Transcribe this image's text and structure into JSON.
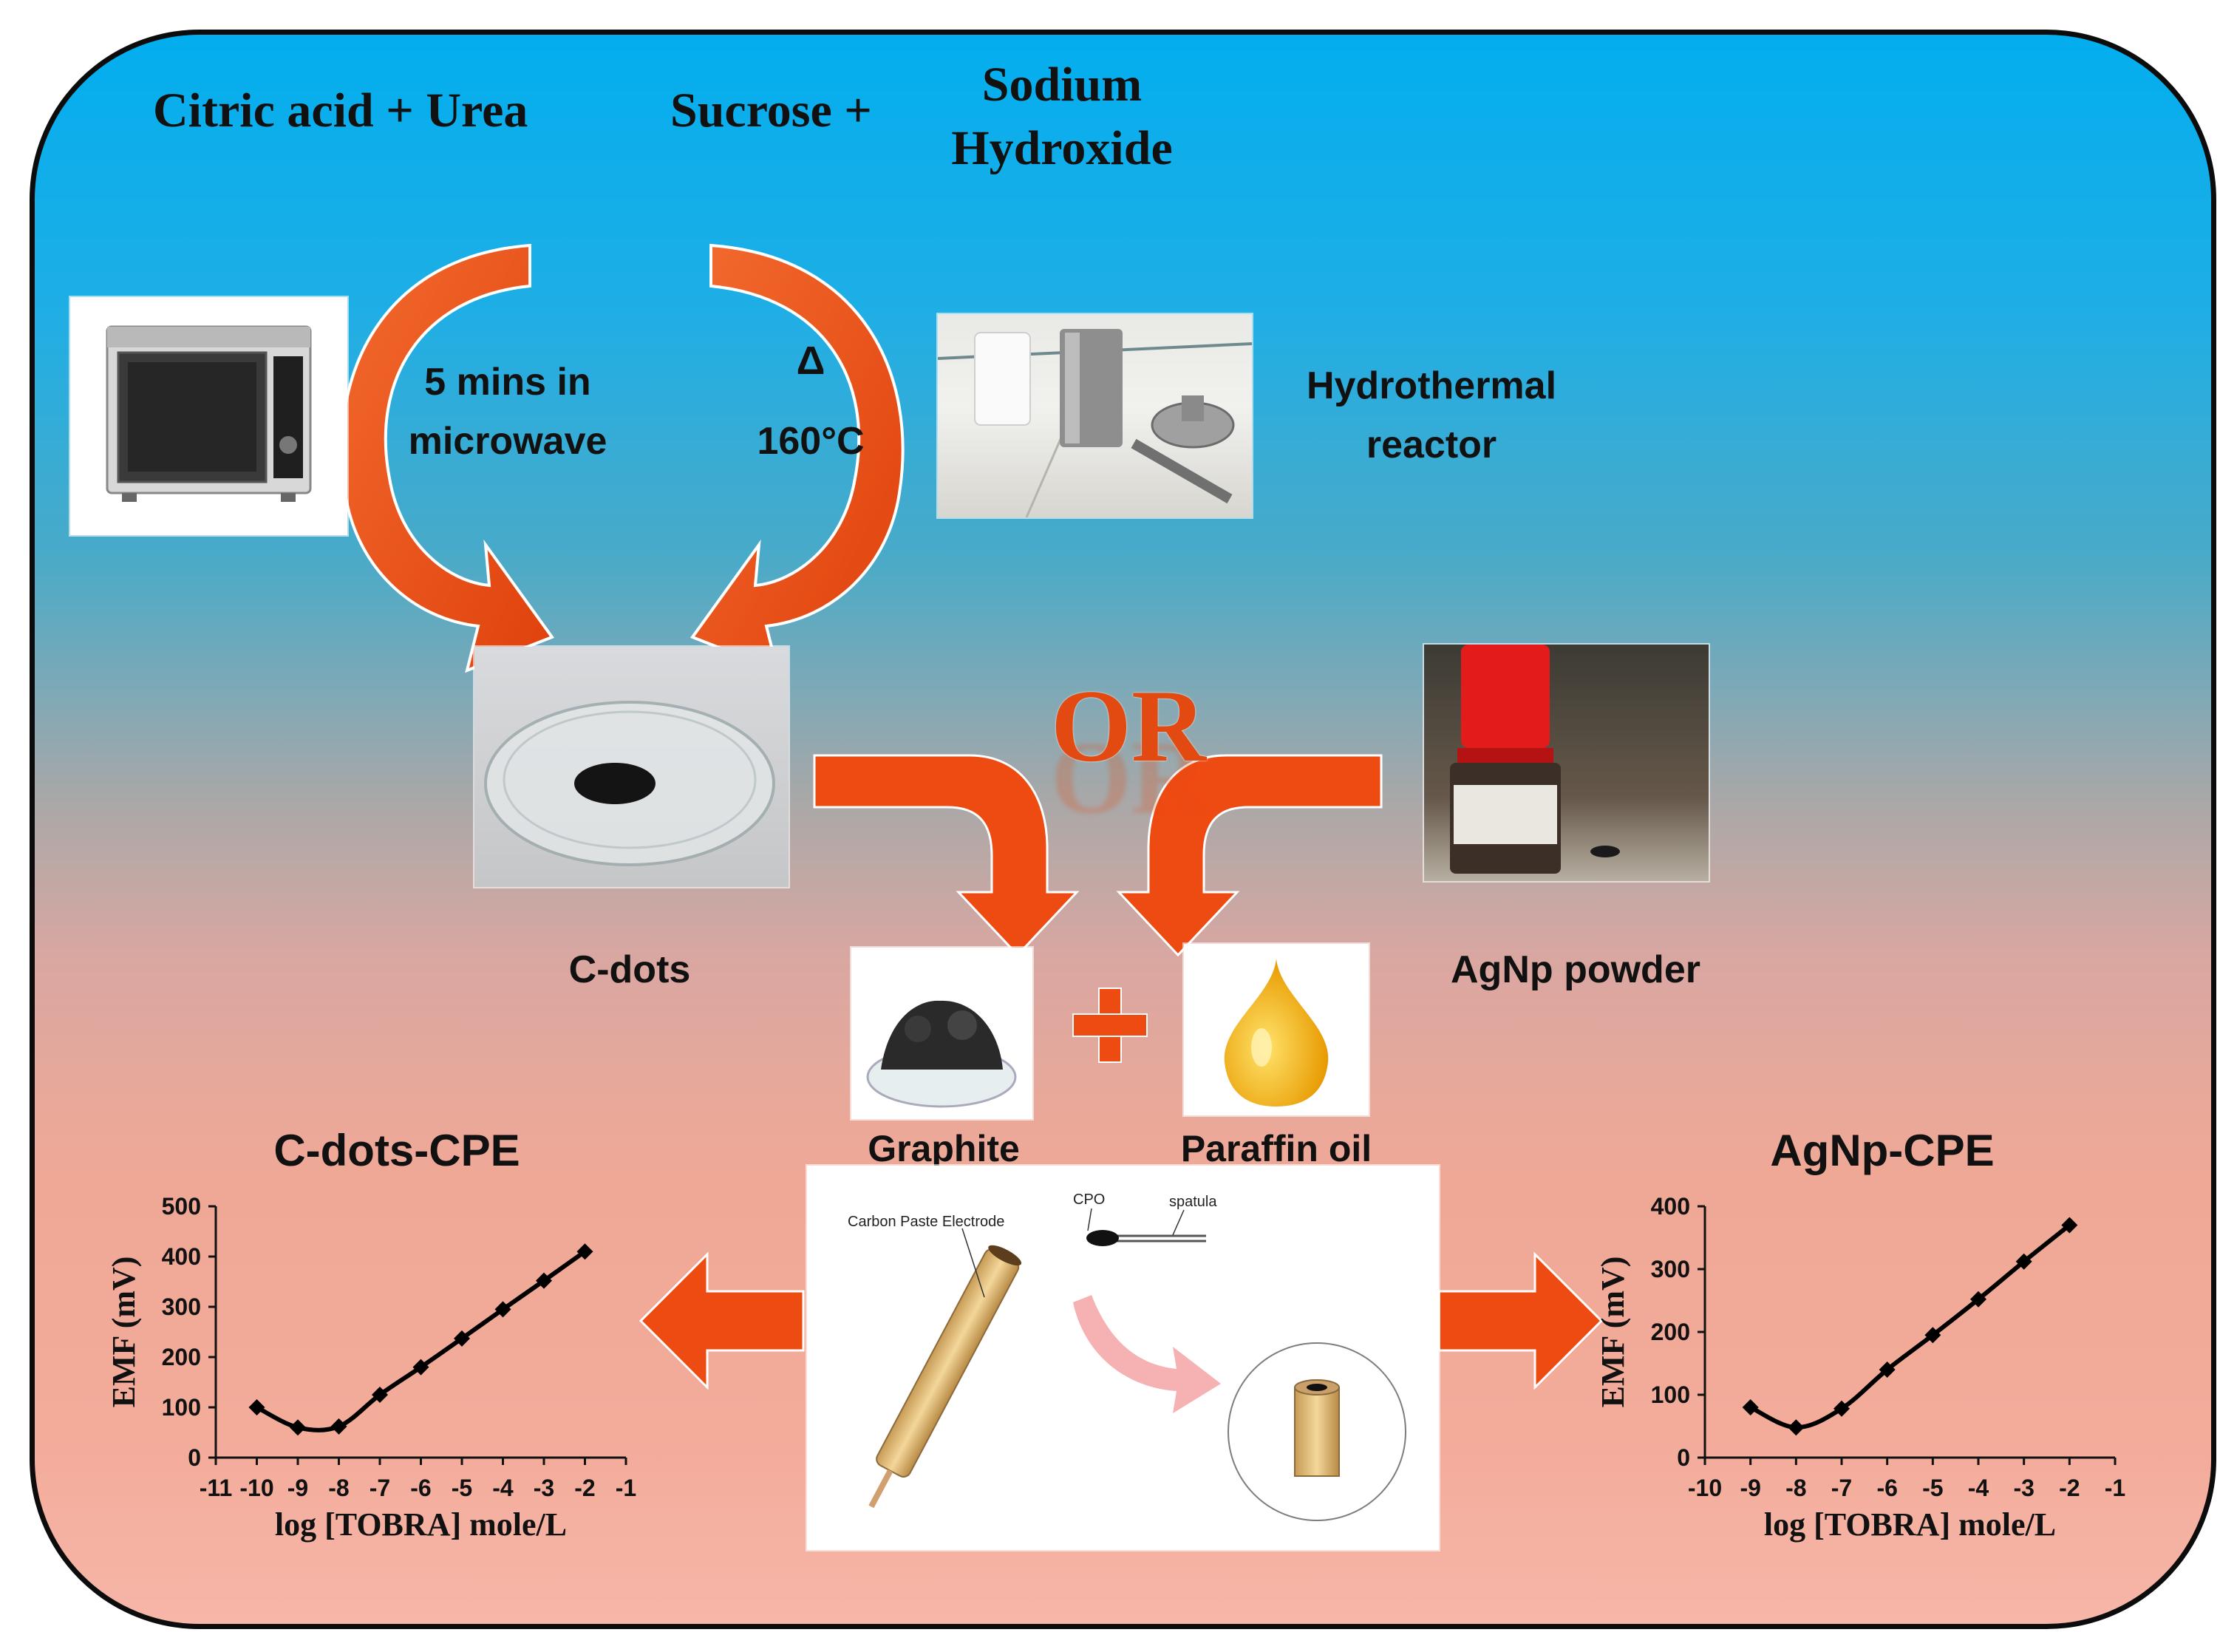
{
  "reagents": {
    "left": "Citric acid + Urea",
    "right_prefix": "Sucrose +",
    "right_line1": "Sodium",
    "right_line2": "Hydroxide"
  },
  "synthesis": {
    "microwave_line1": "5 mins in",
    "microwave_line2": "microwave",
    "delta_symbol": "Δ",
    "temperature": "160°C",
    "reactor_line1": "Hydrothermal",
    "reactor_line2": "reactor"
  },
  "materials": {
    "or_label": "OR",
    "cdots": "C-dots",
    "agnp": "AgNp powder",
    "graphite": "Graphite",
    "paraffin": "Paraffin oil",
    "plus": "+"
  },
  "electrode_sketch": {
    "carbon_paste_electrode": "Carbon Paste Electrode",
    "cpo": "CPO",
    "spatula": "spatula"
  },
  "colors": {
    "arrow": "#ee4b12",
    "arrow_dark": "#c83a0c",
    "top_gradient": "#03aeee",
    "bottom_gradient": "#f6b6a8"
  },
  "chart_data": [
    {
      "type": "line",
      "title": "C-dots-CPE",
      "xlabel": "log [TOBRA] mole/L",
      "ylabel": "EMF (mV)",
      "xlim": [
        -11,
        -1
      ],
      "ylim": [
        0,
        500
      ],
      "xticks": [
        -11,
        -10,
        -9,
        -8,
        -7,
        -6,
        -5,
        -4,
        -3,
        -2,
        -1
      ],
      "yticks": [
        0,
        100,
        200,
        300,
        400,
        500
      ],
      "x": [
        -10,
        -9,
        -8,
        -7,
        -6,
        -5,
        -4,
        -3,
        -2
      ],
      "y": [
        100,
        60,
        62,
        125,
        180,
        237,
        295,
        352,
        410
      ],
      "marker": "diamond"
    },
    {
      "type": "line",
      "title": "AgNp-CPE",
      "xlabel": "log [TOBRA] mole/L",
      "ylabel": "EMF (mV)",
      "xlim": [
        -10,
        -1
      ],
      "ylim": [
        0,
        400
      ],
      "xticks": [
        -10,
        -9,
        -8,
        -7,
        -6,
        -5,
        -4,
        -3,
        -2,
        -1
      ],
      "yticks": [
        0,
        100,
        200,
        300,
        400
      ],
      "x": [
        -9,
        -8,
        -7,
        -6,
        -5,
        -4,
        -3,
        -2
      ],
      "y": [
        80,
        48,
        78,
        140,
        195,
        252,
        312,
        370
      ],
      "marker": "diamond"
    }
  ]
}
